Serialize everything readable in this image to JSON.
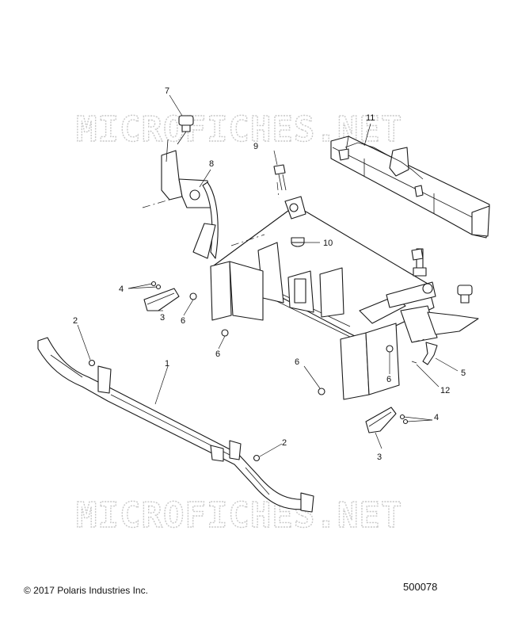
{
  "watermark": {
    "top": "MICROFICHES.NET",
    "bottom": "MICROFICHES.NET"
  },
  "callouts": {
    "c1": "1",
    "c2a": "2",
    "c2b": "2",
    "c3a": "3",
    "c3b": "3",
    "c4a": "4",
    "c4b": "4",
    "c5": "5",
    "c6a": "6",
    "c6b": "6",
    "c6c": "6",
    "c6d": "6",
    "c7": "7",
    "c8": "8",
    "c9": "9",
    "c10": "10",
    "c11": "11",
    "c12": "12"
  },
  "footer": {
    "copyright": "© 2017 Polaris Industries Inc.",
    "diagram_number": "500078"
  }
}
